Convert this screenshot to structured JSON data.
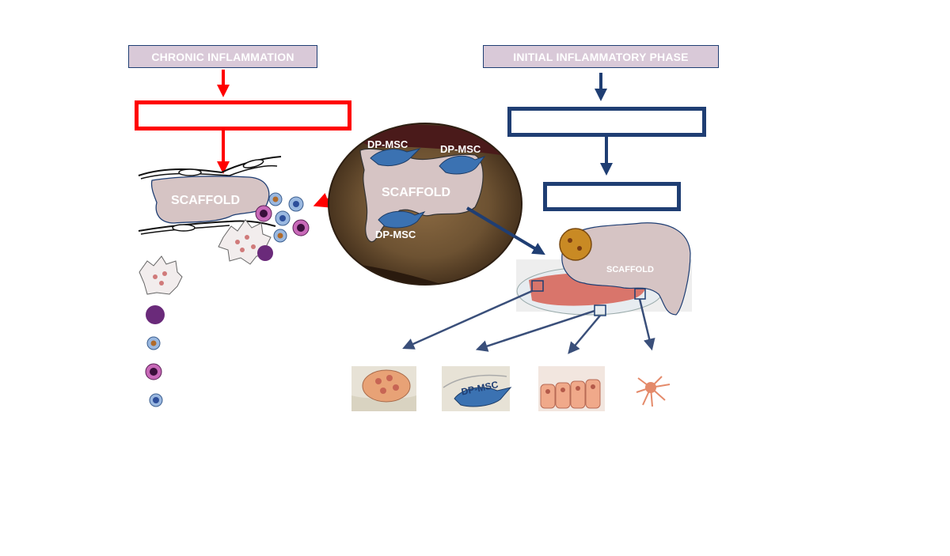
{
  "labels": {
    "chronic": "CHRONIC INFLAMMATION",
    "initial": "INITIAL INFLAMMATORY PHASE"
  },
  "scaffold": {
    "left": "SCAFFOLD",
    "center": "SCAFFOLD",
    "right": "SCAFFOLD"
  },
  "dpmsc": {
    "top_left": "DP-MSC",
    "top_right": "DP-MSC",
    "bottom": "DP-MSC",
    "tile": "DP-MSC"
  },
  "colors": {
    "red": "#ff0000",
    "navy": "#1f3e73",
    "arrow_blue": "#3a4f7a",
    "scaffold_fill": "#d6c4c4",
    "label_fill": "#d9c9d8"
  }
}
